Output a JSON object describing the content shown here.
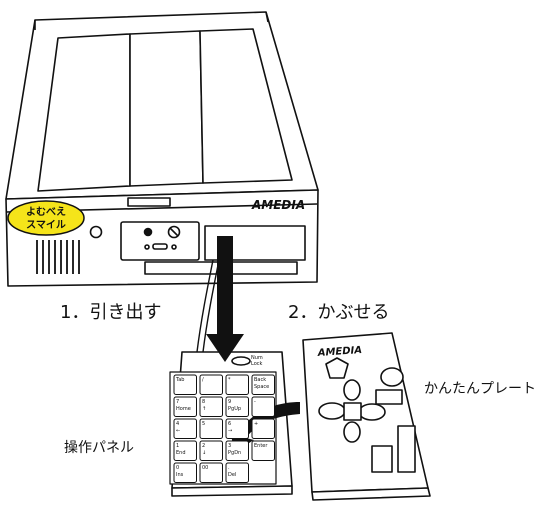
{
  "labels": {
    "step1": "1．引き出す",
    "step2": "2．かぶせる",
    "operation_panel": "操作パネル",
    "easy_plate": "かんたんプレート"
  },
  "brand": {
    "device": "AMEDIA",
    "plate": "AMEDIA",
    "sticker_line1": "よむべえ",
    "sticker_line2": "スマイル",
    "sticker_color": "#f5e41a"
  },
  "keypad": {
    "numlock": [
      "Num",
      "Lock"
    ],
    "rows": [
      [
        [
          "Tab"
        ],
        [
          "/"
        ],
        [
          "*"
        ],
        [
          "Back",
          "Space"
        ]
      ],
      [
        [
          "7",
          "Home"
        ],
        [
          "8",
          "↑"
        ],
        [
          "9",
          "PgUp"
        ],
        [
          "-"
        ]
      ],
      [
        [
          "4",
          "←"
        ],
        [
          "5"
        ],
        [
          "6",
          "→"
        ],
        [
          "+"
        ]
      ],
      [
        [
          "1",
          "End"
        ],
        [
          "2",
          "↓"
        ],
        [
          "3",
          "PgDn"
        ],
        [
          "Enter"
        ]
      ],
      [
        [
          "0",
          "Ins"
        ],
        [
          "00"
        ],
        [
          ".",
          "Del"
        ]
      ]
    ]
  }
}
